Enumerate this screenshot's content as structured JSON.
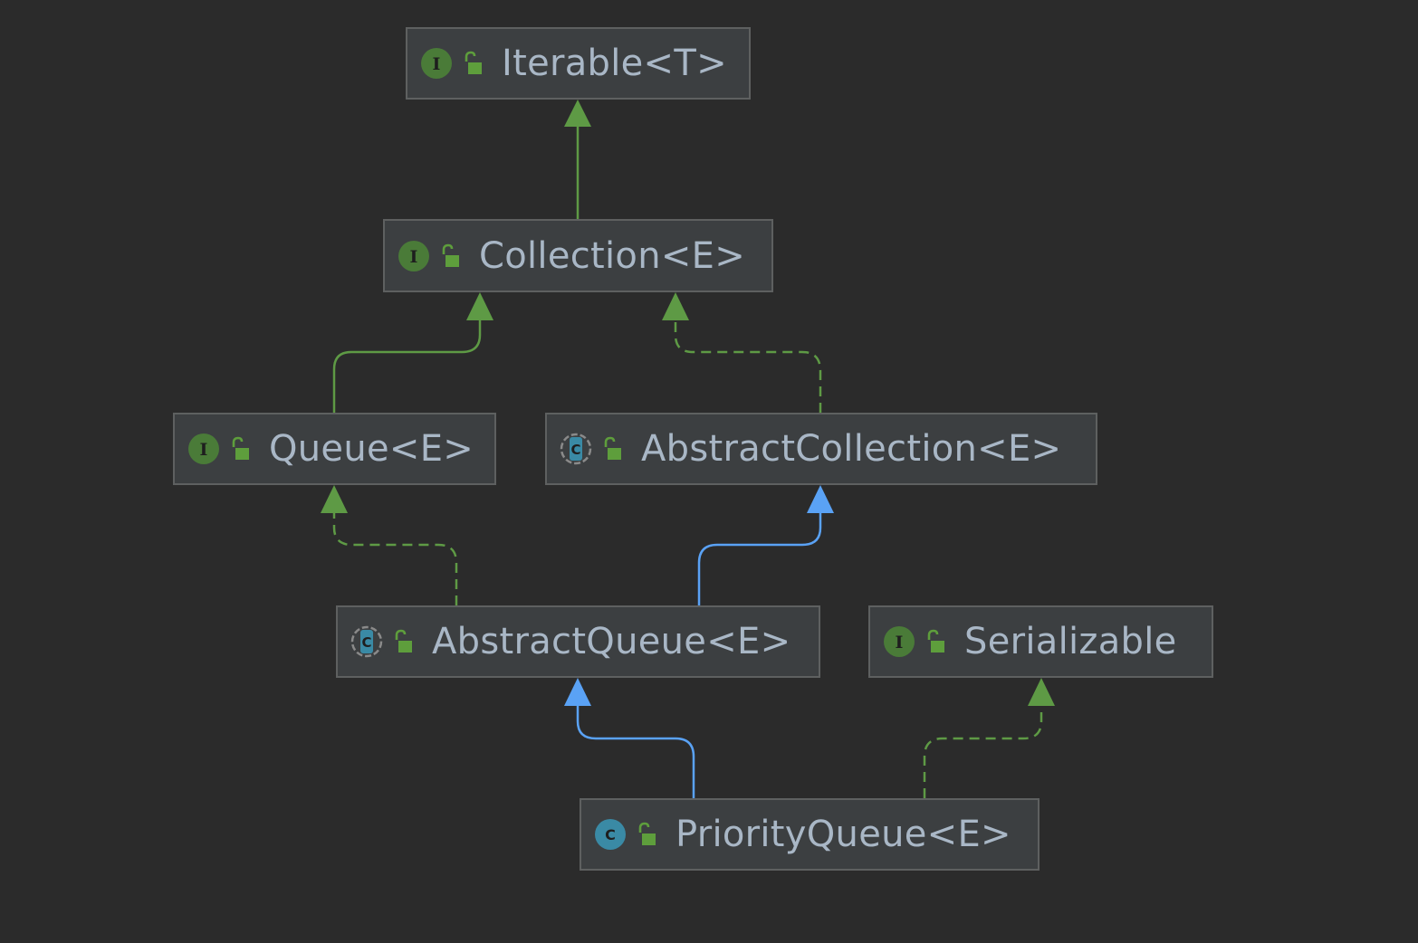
{
  "colors": {
    "background": "#2b2b2b",
    "node_fill": "#3c3f41",
    "node_border": "#5e6060",
    "label": "#a9b7c6",
    "interface_icon": "#4a7b38",
    "class_icon": "#3a8aa5",
    "lock": "#5e9e3c",
    "implements_edge": "#5e9a45",
    "extends_edge": "#5aa2f5"
  },
  "nodes": {
    "iterable": {
      "label": "Iterable<T>",
      "kind": "interface-icon"
    },
    "collection": {
      "label": "Collection<E>",
      "kind": "interface-icon"
    },
    "queue": {
      "label": "Queue<E>",
      "kind": "interface-icon"
    },
    "abstract_collection": {
      "label": "AbstractCollection<E>",
      "kind": "abstract-class-icon"
    },
    "abstract_queue": {
      "label": "AbstractQueue<E>",
      "kind": "abstract-class-icon"
    },
    "serializable": {
      "label": "Serializable",
      "kind": "interface-icon"
    },
    "priority_queue": {
      "label": "PriorityQueue<E>",
      "kind": "class-icon"
    }
  },
  "edges": [
    {
      "from": "collection",
      "to": "iterable",
      "style": "solid",
      "color": "green"
    },
    {
      "from": "queue",
      "to": "collection",
      "style": "solid",
      "color": "green"
    },
    {
      "from": "abstract_collection",
      "to": "collection",
      "style": "dashed",
      "color": "green"
    },
    {
      "from": "abstract_queue",
      "to": "queue",
      "style": "dashed",
      "color": "green"
    },
    {
      "from": "abstract_queue",
      "to": "abstract_collection",
      "style": "solid",
      "color": "blue"
    },
    {
      "from": "priority_queue",
      "to": "abstract_queue",
      "style": "solid",
      "color": "blue"
    },
    {
      "from": "priority_queue",
      "to": "serializable",
      "style": "dashed",
      "color": "green"
    }
  ]
}
